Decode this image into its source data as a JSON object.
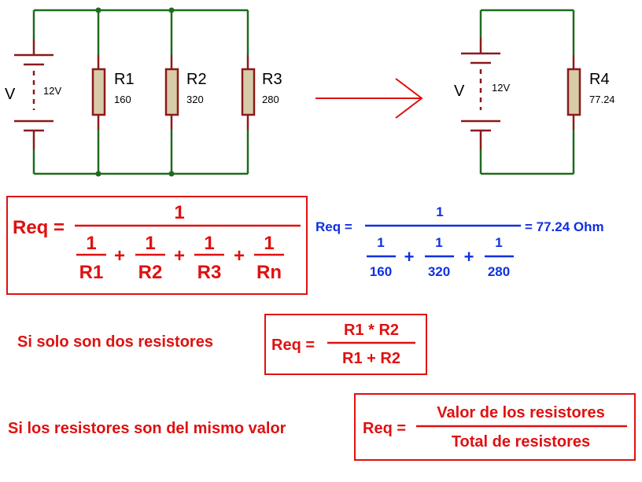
{
  "circuit_left": {
    "source": {
      "name": "V",
      "value": "12V"
    },
    "resistors": [
      {
        "name": "R1",
        "value": "160"
      },
      {
        "name": "R2",
        "value": "320"
      },
      {
        "name": "R3",
        "value": "280"
      }
    ]
  },
  "circuit_right": {
    "source": {
      "name": "V",
      "value": "12V"
    },
    "resistor": {
      "name": "R4",
      "value": "77.24"
    }
  },
  "formula_general": {
    "lhs": "Req =",
    "numerator": "1",
    "terms": [
      {
        "num": "1",
        "den": "R1"
      },
      {
        "num": "1",
        "den": "R2"
      },
      {
        "num": "1",
        "den": "R3"
      },
      {
        "num": "1",
        "den": "Rn"
      }
    ],
    "plus": "+"
  },
  "formula_example": {
    "lhs": "Req =",
    "numerator": "1",
    "terms": [
      {
        "num": "1",
        "den": "160"
      },
      {
        "num": "1",
        "den": "320"
      },
      {
        "num": "1",
        "den": "280"
      }
    ],
    "plus": "+",
    "result": "= 77.24 Ohm"
  },
  "two_resistors": {
    "caption": "Si solo son dos resistores",
    "lhs": "Req =",
    "numerator": "R1 * R2",
    "denominator": "R1 + R2"
  },
  "same_value": {
    "caption": "Si los resistores son del mismo valor",
    "lhs": "Req =",
    "numerator": "Valor de los resistores",
    "denominator": "Total de resistores"
  },
  "colors": {
    "wire": "#1e6b1e",
    "terminal": "#8b1a1a",
    "resistor_fill": "#d8cba8",
    "resistor_stroke": "#8b1a1a",
    "arrow": "#e01010",
    "formula_red": "#e01010",
    "formula_blue": "#1030e0"
  }
}
